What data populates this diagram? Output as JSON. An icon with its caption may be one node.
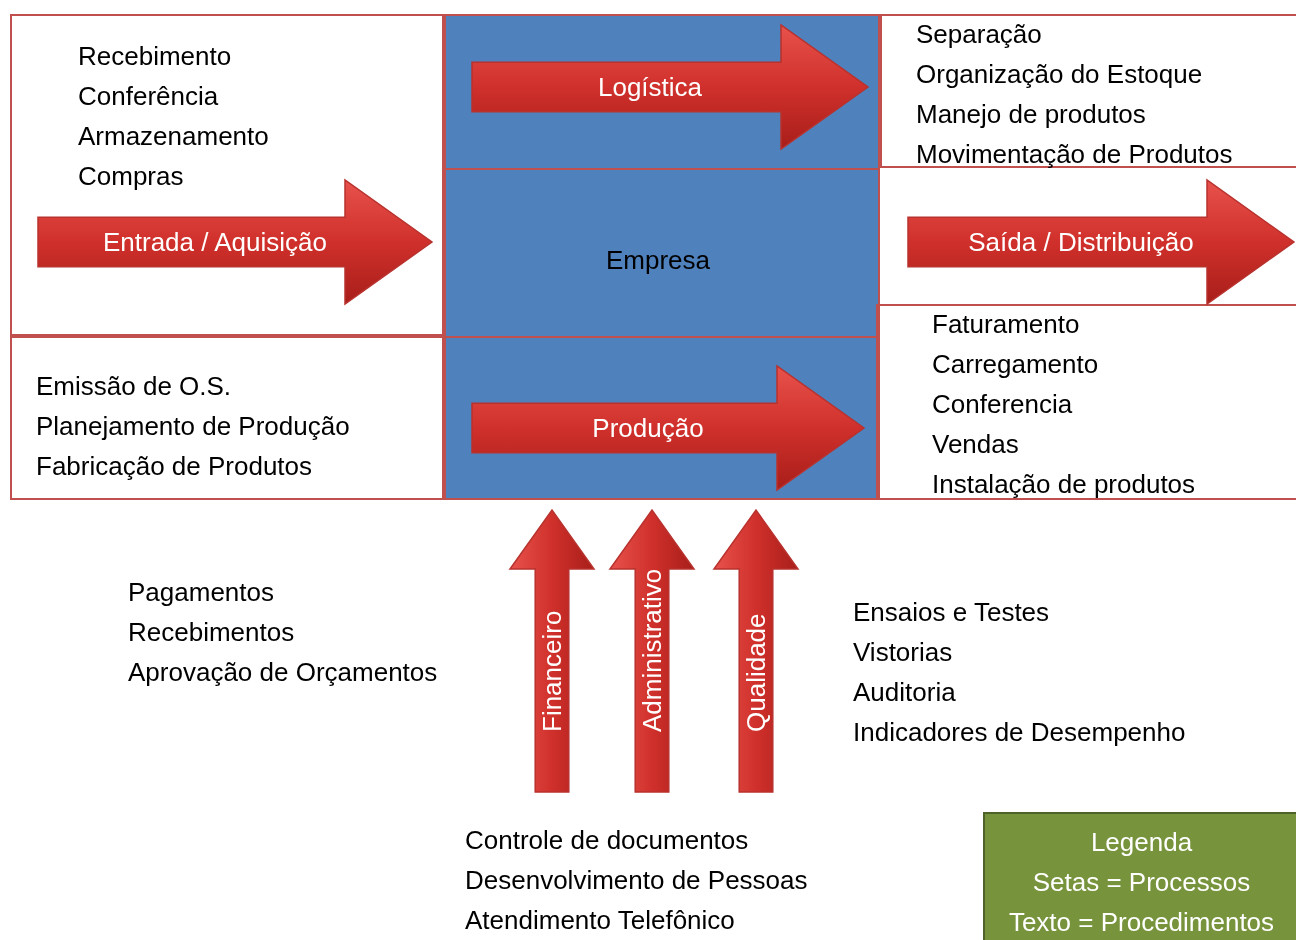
{
  "diagram": {
    "nodes": [
      {
        "text": [
          "Recebimento",
          "Conferência",
          "Armazenamento",
          "Compras"
        ]
      },
      {
        "text": [
          "Empresa"
        ]
      },
      {
        "text": [
          "Separação",
          "Organização do Estoque",
          "Manejo de produtos",
          "Movimentação de Produtos"
        ]
      },
      {
        "text": [
          "Emissão de O.S.",
          "Planejamento de Produção",
          "Fabricação de Produtos"
        ]
      },
      {
        "text": [
          "Faturamento",
          "Carregamento",
          "Conferencia",
          "Vendas",
          "Instalação de produtos"
        ]
      },
      {
        "text": [
          "Legenda",
          "Setas = Processos",
          "Texto = Procedimentos"
        ]
      }
    ],
    "edges": [
      {
        "from": 0,
        "to": 1,
        "arrow": "to",
        "label": "Entrada / Aquisição"
      },
      {
        "from": 1,
        "to": 2,
        "arrow": "to",
        "label": "Logística"
      },
      {
        "from": 1,
        "to": 4,
        "arrow": "to",
        "label": "Produção"
      },
      {
        "from": 1,
        "to": null,
        "arrow": "to",
        "label": "Saída / Distribuição"
      },
      {
        "from": null,
        "to": 1,
        "arrow": "to",
        "label": "Financeiro"
      },
      {
        "from": null,
        "to": 1,
        "arrow": "to",
        "label": "Administrativo"
      },
      {
        "from": null,
        "to": 1,
        "arrow": "to",
        "label": "Qualidade"
      }
    ],
    "labels": [
      "Pagamentos",
      "Recebimentos",
      "Aprovação de Orçamentos",
      "Ensaios e Testes",
      "Vistorias",
      "Auditoria",
      "Indicadores de Desempenho",
      "Controle de documentos",
      "Desenvolvimento de Pessoas",
      "Atendimento Telefônico"
    ]
  }
}
